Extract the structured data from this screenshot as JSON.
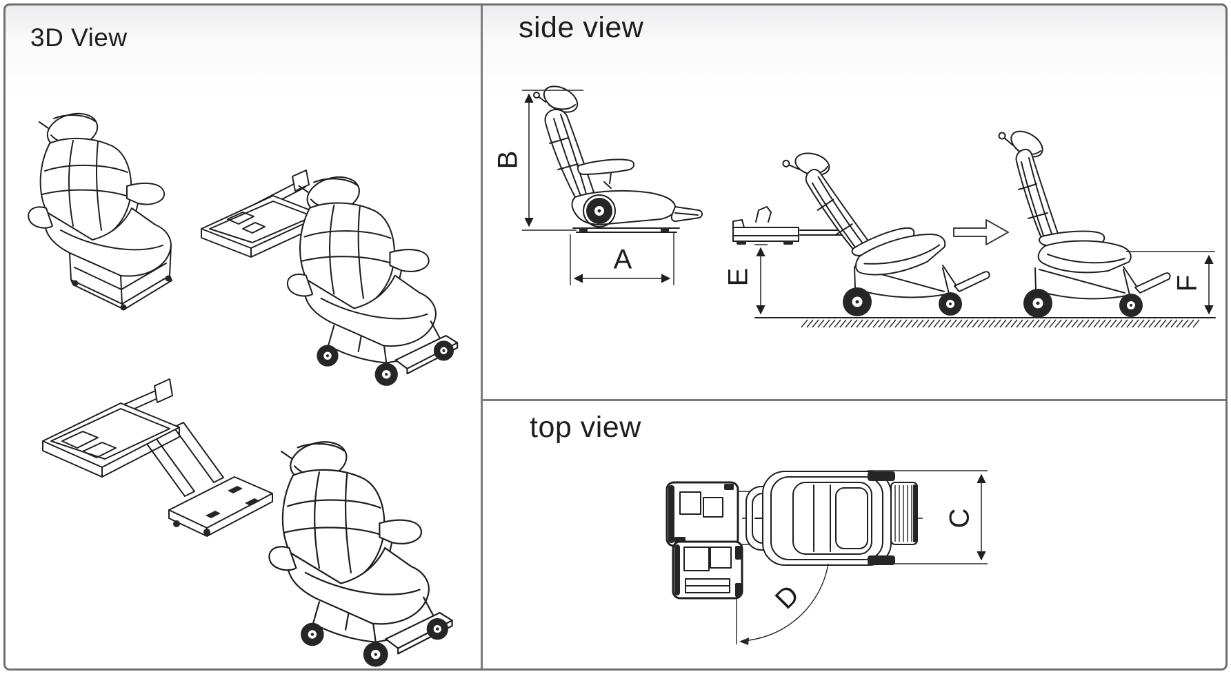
{
  "sheet": {
    "background": "#ffffff",
    "border_color": "#6f6f6f",
    "divider_color": "#7b7b7b",
    "line_color": "#1f1f1f"
  },
  "panels": {
    "view_3d": {
      "title": "3D View"
    },
    "side_view": {
      "title": "side view"
    },
    "top_view": {
      "title": "top view"
    }
  },
  "dimension_labels": {
    "A": "A",
    "B": "B",
    "C": "C",
    "D": "D",
    "E": "E",
    "F": "F"
  },
  "figures": {
    "view_3d": [
      "seat-docked-on-base",
      "seat-raised-on-transfer-platform",
      "transfer-platform-mechanism",
      "detached-wheelchair"
    ],
    "side_view": [
      "reclined-seat-height-B-base-length-A",
      "chair-on-lift-platform-floor-height-E",
      "wheelchair-seat-height-F",
      "transform-direction-arrow"
    ],
    "top_view": [
      "docking-base",
      "seat-top-view-width-C",
      "swivel-angle-D"
    ]
  }
}
